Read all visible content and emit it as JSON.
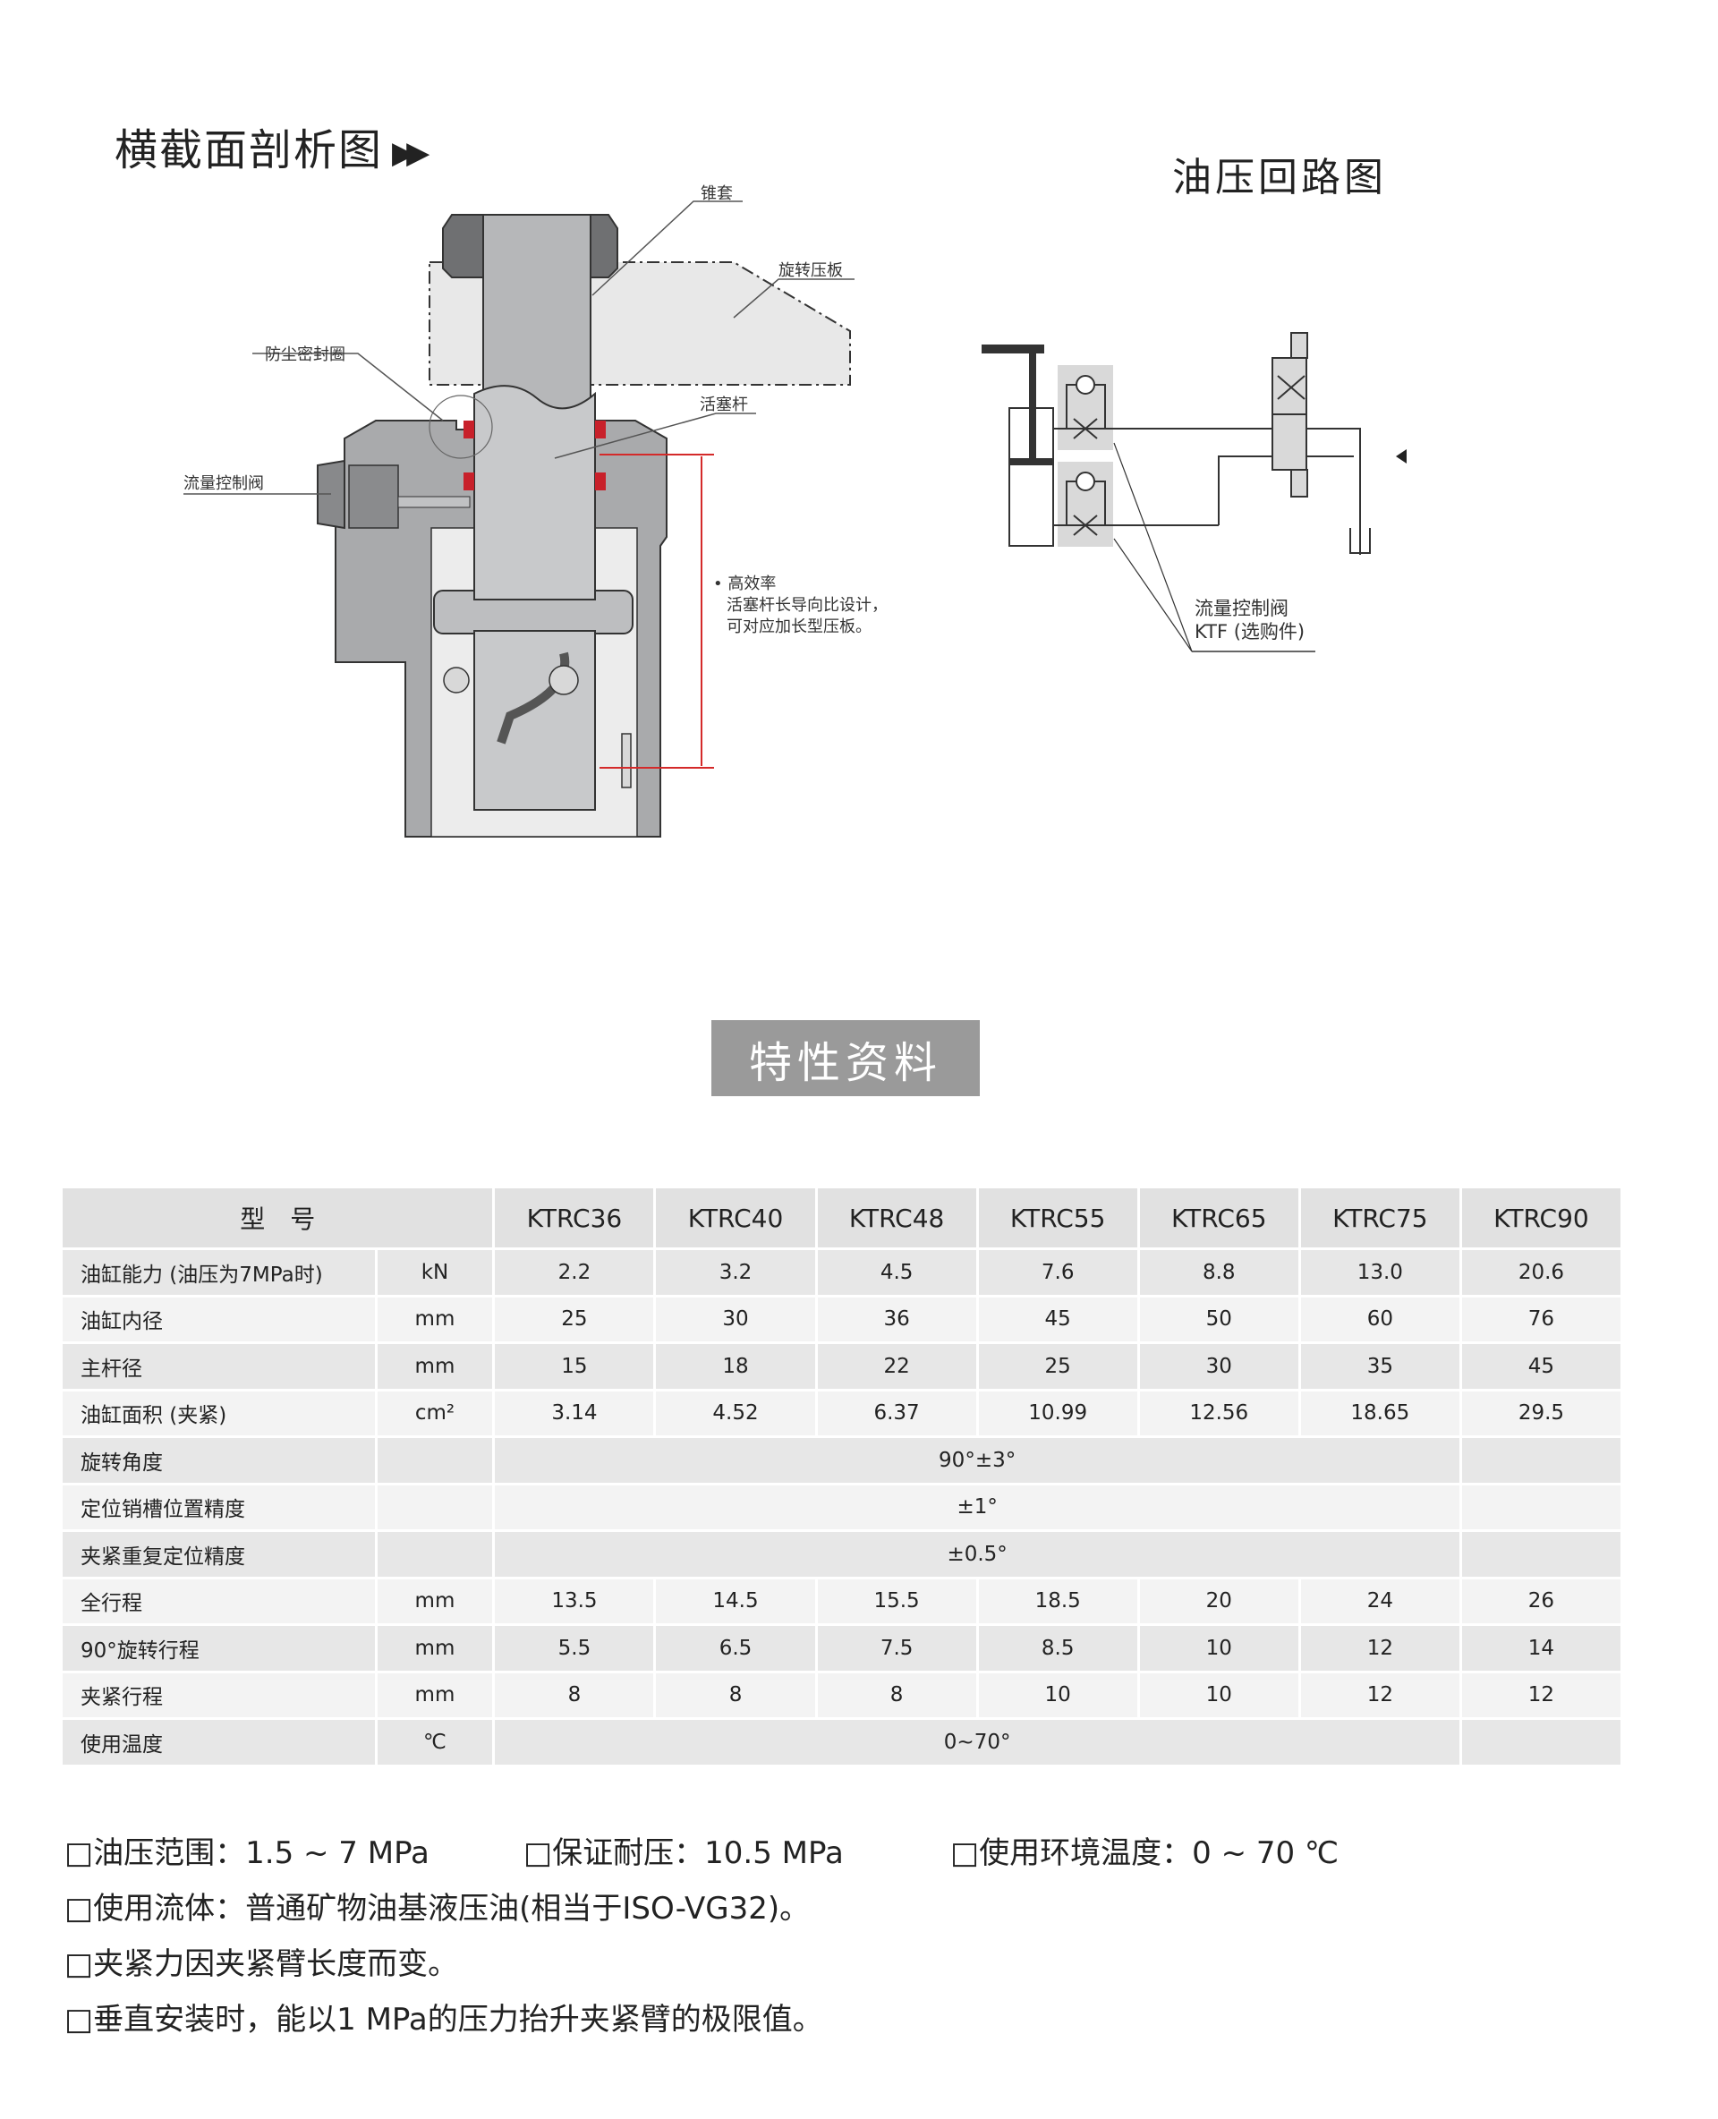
{
  "section_title": "横截面剖析图",
  "circuit_title": "油压回路图",
  "cross_section": {
    "labels": {
      "cone_sleeve": "锥套",
      "rotary_plate": "旋转压板",
      "dust_seal": "防尘密封圈",
      "piston_rod": "活塞杆",
      "flow_valve": "流量控制阀",
      "note_1": "• 高效率",
      "note_2": "活塞杆长导向比设计，",
      "note_3": "可对应加长型压板。"
    },
    "colors": {
      "body": "#a9aaac",
      "rod": "#c8c9cb",
      "seal": "#c8202a",
      "dimension": "#d42a2a"
    }
  },
  "circuit": {
    "label_1": "流量控制阀",
    "label_2": "KTF (选购件)"
  },
  "banner": "特性资料",
  "table": {
    "header_label": "型　号",
    "models": [
      "KTRC36",
      "KTRC40",
      "KTRC48",
      "KTRC55",
      "KTRC65",
      "KTRC75",
      "KTRC90"
    ],
    "rows": [
      {
        "label": "油缸能力 (油压为7MPa时)",
        "unit": "kN",
        "values": [
          "2.2",
          "3.2",
          "4.5",
          "7.6",
          "8.8",
          "13.0",
          "20.6"
        ]
      },
      {
        "label": "油缸内径",
        "unit": "mm",
        "values": [
          "25",
          "30",
          "36",
          "45",
          "50",
          "60",
          "76"
        ]
      },
      {
        "label": "主杆径",
        "unit": "mm",
        "values": [
          "15",
          "18",
          "22",
          "25",
          "30",
          "35",
          "45"
        ]
      },
      {
        "label": "油缸面积 (夹紧)",
        "unit": "cm²",
        "values": [
          "3.14",
          "4.52",
          "6.37",
          "10.99",
          "12.56",
          "18.65",
          "29.5"
        ]
      },
      {
        "label": "旋转角度",
        "unit": "",
        "span": "90°±3°"
      },
      {
        "label": "定位销槽位置精度",
        "unit": "",
        "span": "±1°"
      },
      {
        "label": "夹紧重复定位精度",
        "unit": "",
        "span": "±0.5°"
      },
      {
        "label": "全行程",
        "unit": "mm",
        "values": [
          "13.5",
          "14.5",
          "15.5",
          "18.5",
          "20",
          "24",
          "26"
        ]
      },
      {
        "label": "90°旋转行程",
        "unit": "mm",
        "values": [
          "5.5",
          "6.5",
          "7.5",
          "8.5",
          "10",
          "12",
          "14"
        ]
      },
      {
        "label": "夹紧行程",
        "unit": "mm",
        "values": [
          "8",
          "8",
          "8",
          "10",
          "10",
          "12",
          "12"
        ]
      },
      {
        "label": "使用温度",
        "unit": "℃",
        "span": "0~70°"
      }
    ]
  },
  "notes": [
    "□油压范围：1.5 ~ 7 MPa",
    "□保证耐压：10.5 MPa",
    "□使用环境温度：0 ~ 70 ℃",
    "□使用流体：普通矿物油基液压油(相当于ISO-VG32)。",
    "□夹紧力因夹紧臂长度而变。",
    "□垂直安装时，能以1 MPa的压力抬升夹紧臂的极限值。"
  ]
}
